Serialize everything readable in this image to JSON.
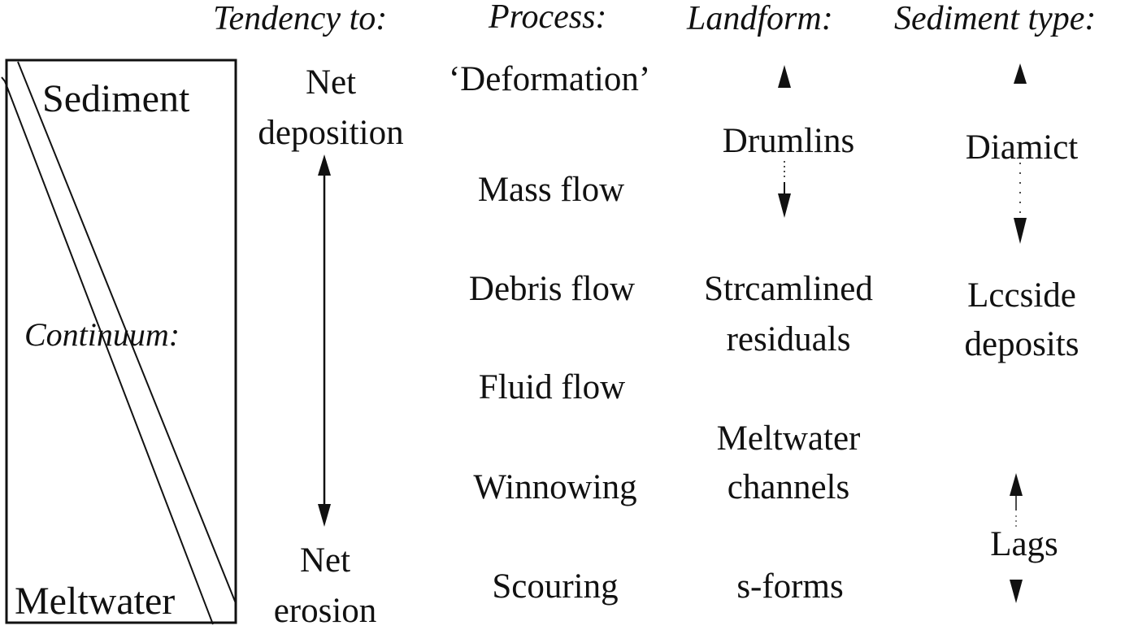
{
  "headers": {
    "tendency": "Tendency to:",
    "process": "Process:",
    "landform": "Landform:",
    "sediment_type": "Sediment type:"
  },
  "continuum": {
    "top_label": "Sediment",
    "middle_label": "Continuum:",
    "bottom_label": "Meltwater"
  },
  "tendency": {
    "top_line1": "Net",
    "top_line2": "deposition",
    "bottom_line1": "Net",
    "bottom_line2": "erosion"
  },
  "processes": [
    "‘Deformation’",
    "Mass flow",
    "Debris flow",
    "Fluid flow",
    "Winnowing",
    "Scouring"
  ],
  "landforms": {
    "drumlins": "Drumlins",
    "streamlined_line1": "Strcamlined",
    "streamlined_line2": "residuals",
    "meltwater_line1": "Meltwater",
    "meltwater_line2": "channels",
    "sforms": "s-forms"
  },
  "sediment_types": {
    "diamict": "Diamict",
    "leeside_line1": "Lccside",
    "leeside_line2": "deposits",
    "lags": "Lags"
  }
}
